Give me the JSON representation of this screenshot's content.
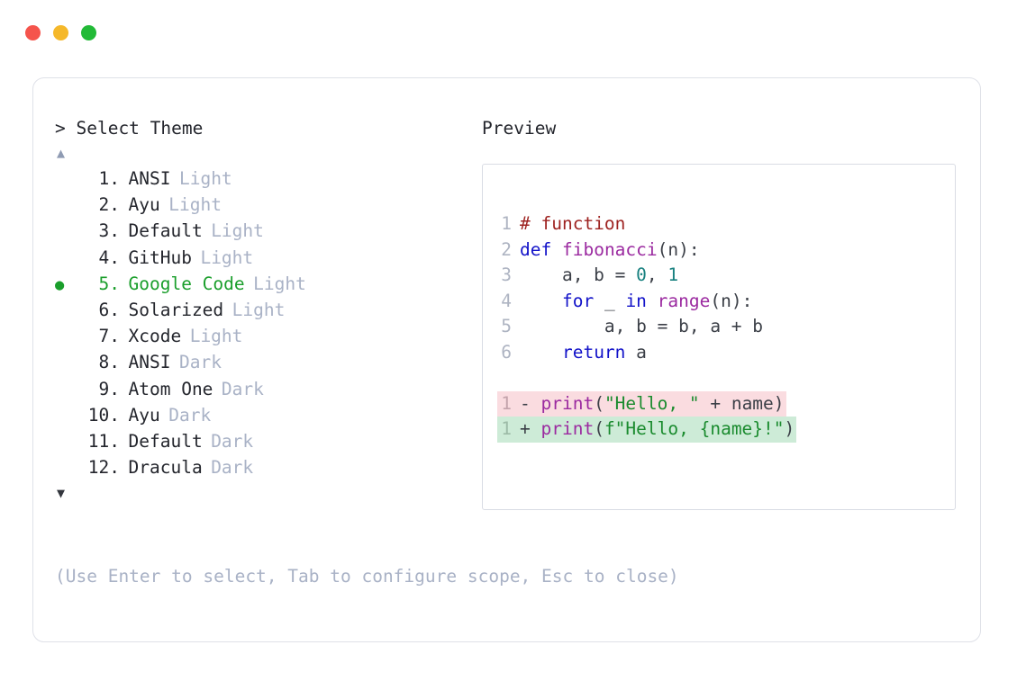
{
  "window": {
    "traffic_lights": [
      {
        "name": "close",
        "color": "#f5544c"
      },
      {
        "name": "minimize",
        "color": "#f5b82a"
      },
      {
        "name": "maximize",
        "color": "#22ba37"
      }
    ]
  },
  "left_panel": {
    "prompt": "> Select Theme",
    "scroll_up": "▲",
    "scroll_down": "▼",
    "selected_index": 5,
    "selected_bullet": "●",
    "items": [
      {
        "num": "1.",
        "name": "ANSI",
        "mode": "Light",
        "selected": false
      },
      {
        "num": "2.",
        "name": "Ayu",
        "mode": "Light",
        "selected": false
      },
      {
        "num": "3.",
        "name": "Default",
        "mode": "Light",
        "selected": false
      },
      {
        "num": "4.",
        "name": "GitHub",
        "mode": "Light",
        "selected": false
      },
      {
        "num": "5.",
        "name": "Google Code",
        "mode": "Light",
        "selected": true
      },
      {
        "num": "6.",
        "name": "Solarized",
        "mode": "Light",
        "selected": false
      },
      {
        "num": "7.",
        "name": "Xcode",
        "mode": "Light",
        "selected": false
      },
      {
        "num": "8.",
        "name": "ANSI",
        "mode": "Dark",
        "selected": false
      },
      {
        "num": "9.",
        "name": "Atom One",
        "mode": "Dark",
        "selected": false
      },
      {
        "num": "10.",
        "name": "Ayu",
        "mode": "Dark",
        "selected": false
      },
      {
        "num": "11.",
        "name": "Default",
        "mode": "Dark",
        "selected": false
      },
      {
        "num": "12.",
        "name": "Dracula",
        "mode": "Dark",
        "selected": false
      }
    ],
    "hint": "(Use Enter to select, Tab to configure scope, Esc to close)"
  },
  "right_panel": {
    "label": "Preview",
    "code": [
      {
        "n": "1",
        "tokens": [
          {
            "t": "comment",
            "s": "# function"
          }
        ]
      },
      {
        "n": "2",
        "tokens": [
          {
            "t": "kw",
            "s": "def"
          },
          {
            "t": "plain",
            "s": " "
          },
          {
            "t": "fn",
            "s": "fibonacci"
          },
          {
            "t": "punct",
            "s": "(n):"
          }
        ]
      },
      {
        "n": "3",
        "tokens": [
          {
            "t": "plain",
            "s": "    a, b = "
          },
          {
            "t": "num",
            "s": "0"
          },
          {
            "t": "plain",
            "s": ", "
          },
          {
            "t": "num",
            "s": "1"
          }
        ]
      },
      {
        "n": "4",
        "tokens": [
          {
            "t": "plain",
            "s": "    "
          },
          {
            "t": "kw",
            "s": "for"
          },
          {
            "t": "plain",
            "s": " _ "
          },
          {
            "t": "kw",
            "s": "in"
          },
          {
            "t": "plain",
            "s": " "
          },
          {
            "t": "fn",
            "s": "range"
          },
          {
            "t": "punct",
            "s": "(n):"
          }
        ]
      },
      {
        "n": "5",
        "tokens": [
          {
            "t": "plain",
            "s": "        a, b = b, a + b"
          }
        ]
      },
      {
        "n": "6",
        "tokens": [
          {
            "t": "plain",
            "s": "    "
          },
          {
            "t": "kw",
            "s": "return"
          },
          {
            "t": "plain",
            "s": " a"
          }
        ]
      }
    ],
    "diff": [
      {
        "n": "1",
        "kind": "del",
        "sign": "-",
        "tokens": [
          {
            "t": "fn",
            "s": "print"
          },
          {
            "t": "punct",
            "s": "("
          },
          {
            "t": "str",
            "s": "\"Hello, \""
          },
          {
            "t": "plain",
            "s": " + name"
          },
          {
            "t": "punct",
            "s": ")"
          }
        ]
      },
      {
        "n": "1",
        "kind": "add",
        "sign": "+",
        "tokens": [
          {
            "t": "fn",
            "s": "print"
          },
          {
            "t": "punct",
            "s": "("
          },
          {
            "t": "str",
            "s": "f\"Hello, {name}!\""
          },
          {
            "t": "punct",
            "s": ")"
          }
        ]
      }
    ]
  },
  "colors": {
    "accent_green": "#1a9e2b",
    "muted": "#a9b2c6",
    "diff_del_bg": "#fadce0",
    "diff_add_bg": "#cdebd7",
    "card_border": "#dfe1e8"
  }
}
